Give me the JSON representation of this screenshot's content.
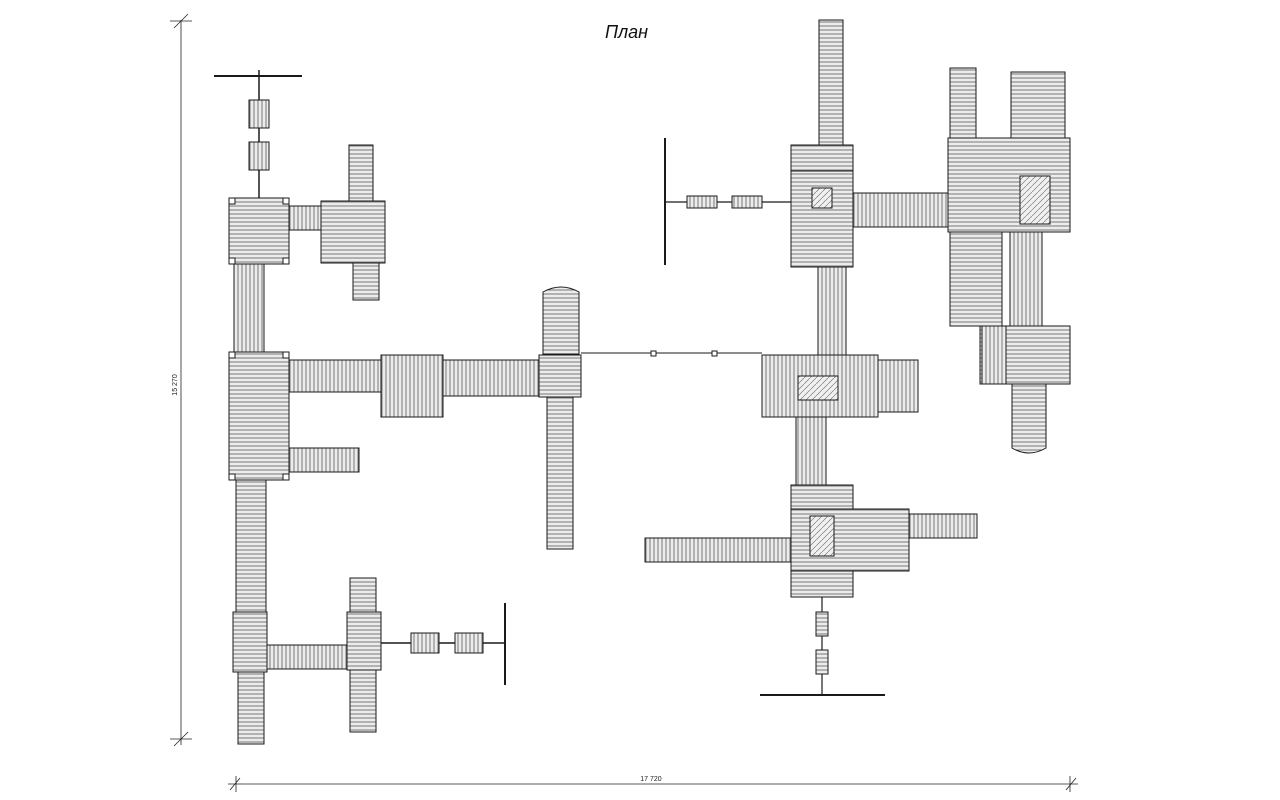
{
  "title": "План",
  "dimensions": {
    "width_label": "17 720",
    "height_label": "15 270"
  },
  "colors": {
    "ink": "#1a1a1a",
    "hatch": "#555555",
    "fill": "#e6e6e6"
  }
}
